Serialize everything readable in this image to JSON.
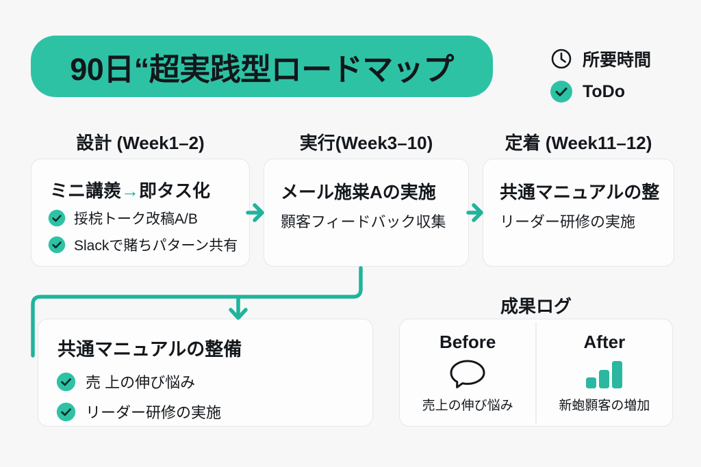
{
  "theme": {
    "accent": "#2ec2a5",
    "accent_dark": "#17b094",
    "page_bg": "#f7f7f8",
    "card_bg": "#fdfdfd",
    "card_border": "#e5e7ea",
    "text": "#14181c"
  },
  "header": {
    "title": "90日“超実践型ロードマップ"
  },
  "legend": {
    "items": [
      {
        "icon": "clock-icon",
        "label": "所要時間"
      },
      {
        "icon": "check-circle-icon",
        "label": "ToDo"
      }
    ]
  },
  "columns": [
    {
      "heading": "設計 (Week1–2)"
    },
    {
      "heading": "実行(Week3–10)"
    },
    {
      "heading": "定着 (Week11–12)"
    }
  ],
  "cards": {
    "design": {
      "title_before_arrow": "ミニ講羨",
      "title_arrow": "→",
      "title_after_arrow": "即タス化",
      "items": [
        {
          "label": "挼梡トーク改稿A/B"
        },
        {
          "label": "Slackで賭ちパターン共有"
        }
      ]
    },
    "execute": {
      "title": "メール施粜Aの実施",
      "subtitle": "顥客フィードバック収集"
    },
    "establish": {
      "title": "共通マニュアルの整",
      "subtitle": "リーダー研修の実施"
    },
    "manual": {
      "title": "共通マニュアルの整備",
      "items": [
        {
          "label": "売 上の伸び悩み"
        },
        {
          "label": "リーダー研修の実施"
        }
      ]
    }
  },
  "results_log": {
    "heading": "成果ログ",
    "before": {
      "title": "Before",
      "icon": "speech-bubble-icon",
      "caption": "売上の伸び悩み"
    },
    "after": {
      "title": "After",
      "icon": "bar-chart-icon",
      "caption": "新蚫顥客の増加"
    }
  }
}
